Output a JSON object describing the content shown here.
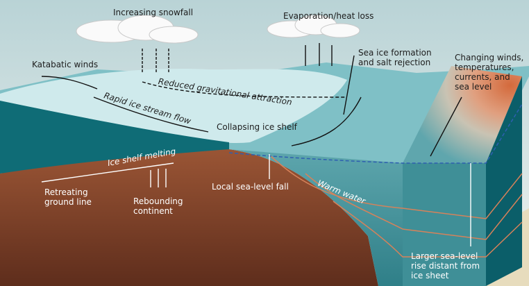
{
  "labels": {
    "increasing_snowfall": "Increasing snowfall",
    "evaporation": "Evaporation/heat loss",
    "sea_ice_1": "Sea ice formation",
    "sea_ice_2": "and salt rejection",
    "katabatic": "Katabatic winds",
    "reduced_grav": "Reduced gravitational attraction",
    "rapid_ice": "Rapid ice stream flow",
    "collapsing": "Collapsing ice shelf",
    "changing_1": "Changing winds,",
    "changing_2": "temperatures,",
    "changing_3": "currents, and",
    "changing_4": "sea level",
    "ice_shelf_melting": "Ice shelf melting",
    "retreating_1": "Retreating",
    "retreating_2": "ground line",
    "rebounding_1": "Rebounding",
    "rebounding_2": "continent",
    "local_fall": "Local sea-level fall",
    "warm_water": "Warm water",
    "larger_1": "Larger sea-level",
    "larger_2": "rise distant from",
    "larger_3": "ice sheet"
  },
  "colors": {
    "ocean": "#0f6c76",
    "ice": "#bfe3e6",
    "ground": "#7b3f27",
    "warm_line": "#d7825a"
  }
}
